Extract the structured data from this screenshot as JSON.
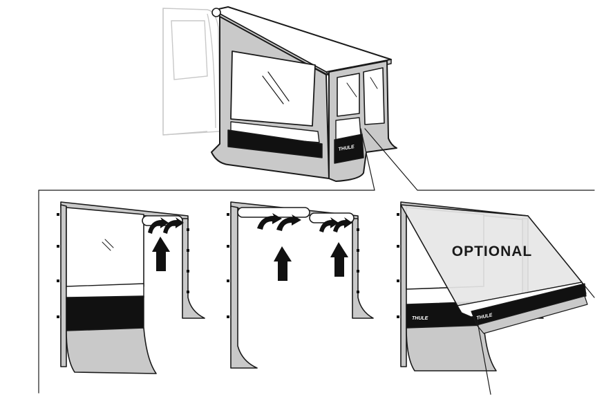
{
  "diagram": {
    "labels": {
      "optional": "OPTIONAL",
      "brand_mark": "THULE"
    },
    "colors": {
      "line": "#1a1a1a",
      "panel_grey": "#c9c9c9",
      "band_black": "#111111",
      "window_white": "#ffffff",
      "optional_panel": "#e6e6e6",
      "van_outline": "#c8c8c8"
    },
    "panels": [
      {
        "name": "overview-awning-tent"
      },
      {
        "name": "step-1-roll-up-front-panel"
      },
      {
        "name": "step-2-roll-up-both-panels"
      },
      {
        "name": "step-3-optional-extension-panel"
      }
    ]
  }
}
